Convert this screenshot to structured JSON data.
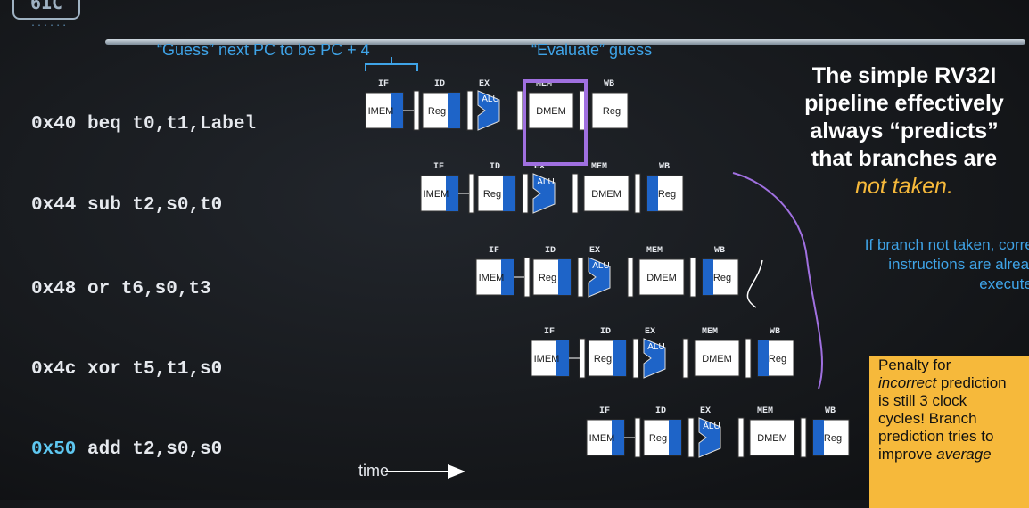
{
  "header": {
    "logo_text": "61C",
    "logo_dots": "......"
  },
  "annotations": {
    "guess_note": "“Guess” next PC to be PC + 4",
    "evaluate_note": "“Evaluate” guess",
    "time_label": "time",
    "main_statement": {
      "line1": "The simple RV32I",
      "line2": "pipeline effectively",
      "line3": "always “predicts”",
      "line4": "that branches are",
      "emphasis": "not taken."
    },
    "correct_note": {
      "line1": "If branch not taken, correct",
      "line2": "instructions are already",
      "line3": "executed."
    },
    "penalty": {
      "p1": "Penalty for",
      "em1": "incorrect",
      "p2": " prediction",
      "p3": "is still 3 clock",
      "p4": "cycles! Branch",
      "p5": "prediction tries to",
      "p6": "improve ",
      "em2": "average"
    }
  },
  "instructions": [
    {
      "addr": "0x40",
      "text": " beq t0,t1,Label",
      "highlight": false
    },
    {
      "addr": "0x44",
      "text": " sub t2,s0,t0",
      "highlight": false
    },
    {
      "addr": "0x48",
      "text": " or t6,s0,t3",
      "highlight": false
    },
    {
      "addr": "0x4c",
      "text": " xor t5,t1,s0",
      "highlight": false
    },
    {
      "addr": "0x50",
      "text": " add t2,s0,s0",
      "highlight": true
    }
  ],
  "pipeline": {
    "stages": [
      "IF",
      "ID",
      "EX",
      "MEM",
      "WB"
    ],
    "imem_label": "IMEM",
    "reg_label": "Reg",
    "alu_label": "ALU",
    "dmem_label": "DMEM"
  },
  "colors": {
    "accent_blue": "#1e64c8",
    "highlight_purple": "#a070e0",
    "penalty_bg": "#f6b93b",
    "note_blue": "#3fa4e8"
  }
}
